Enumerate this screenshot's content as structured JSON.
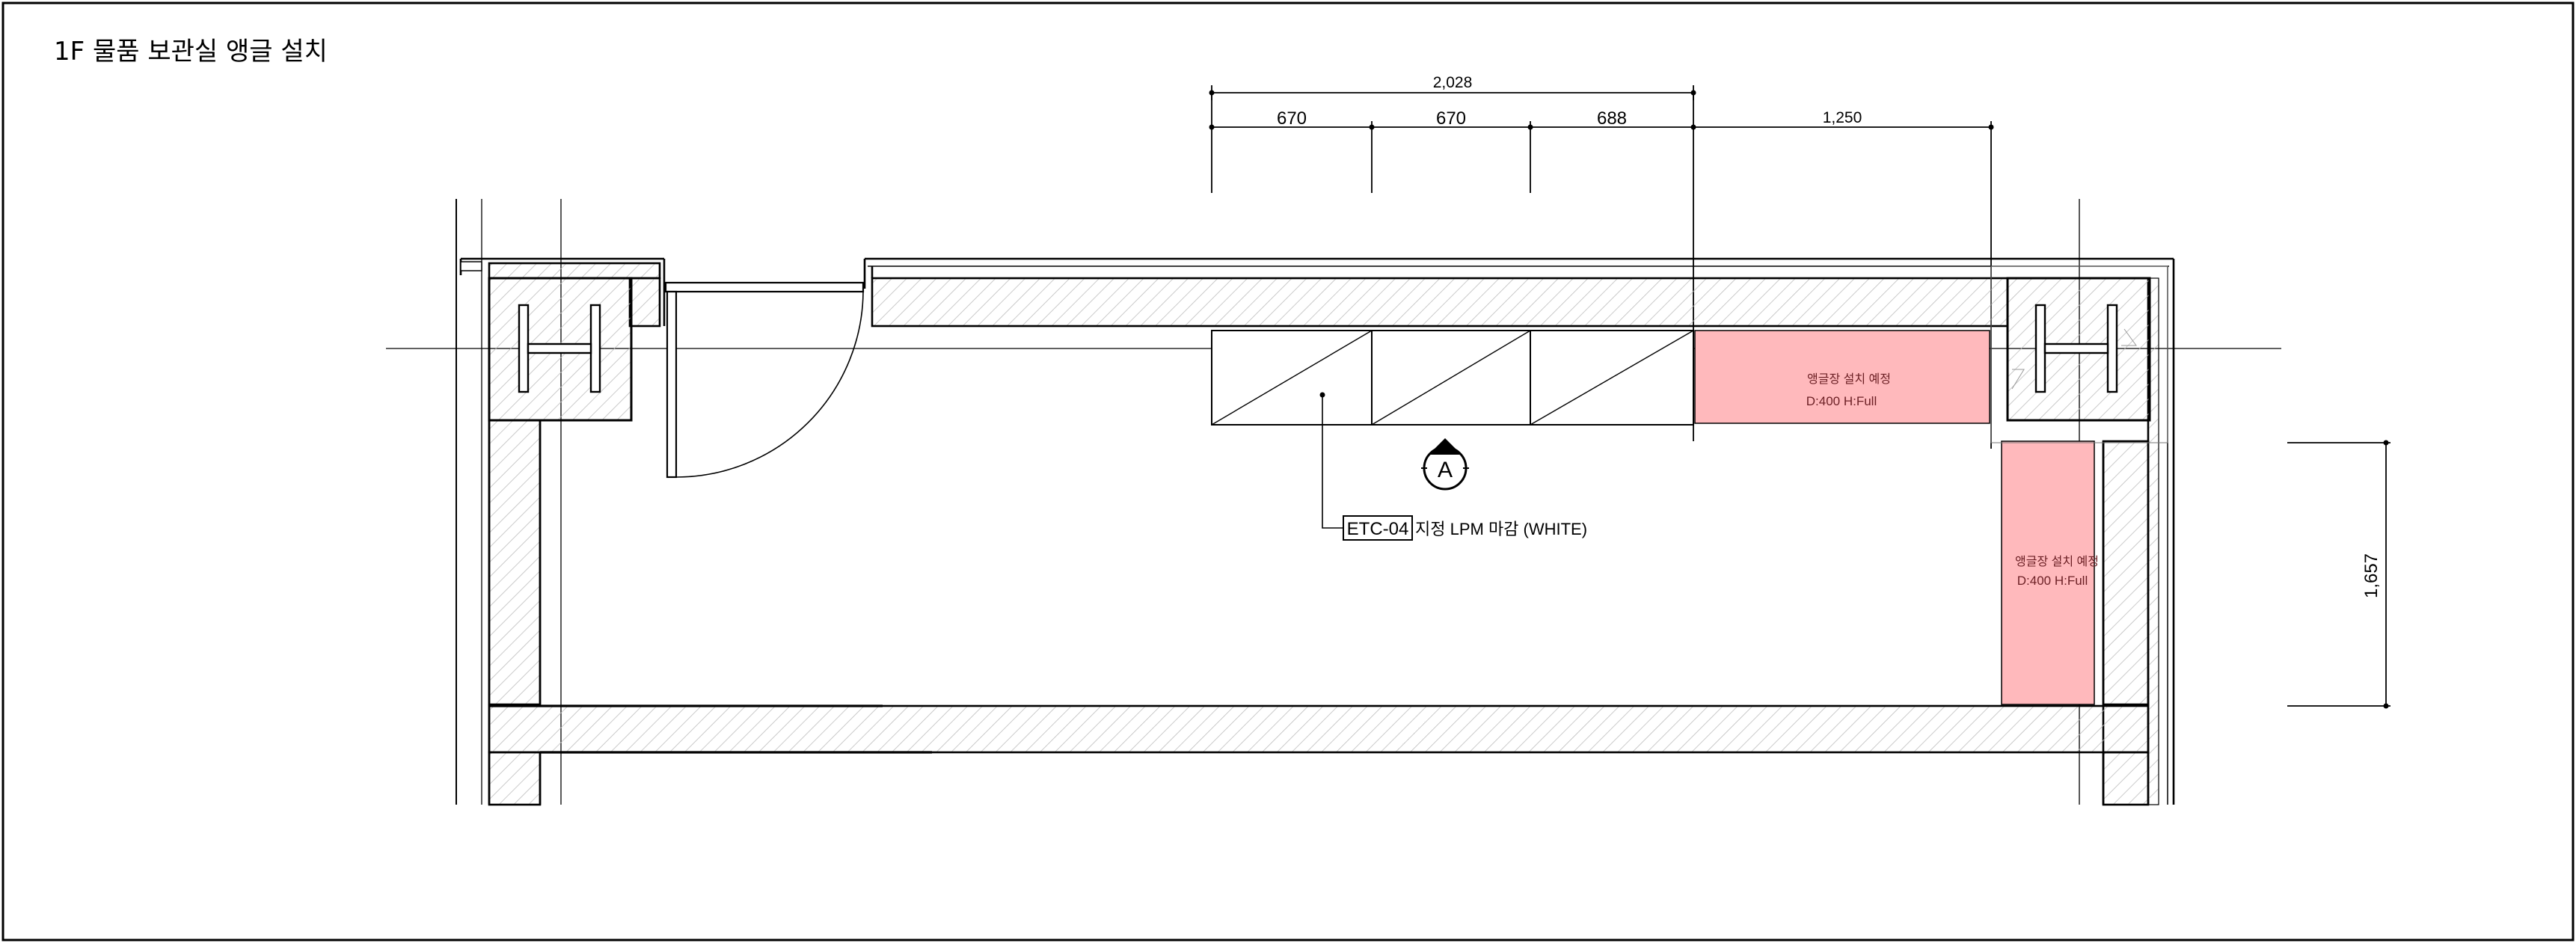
{
  "drawing": {
    "title": "1F 물품 보관실 앵글 설치",
    "colors": {
      "line": "#000000",
      "hatch": "#b8b8b8",
      "shelf_fill": "#ffb9bc",
      "shelf_text": "#6b1f24"
    },
    "dimensions": {
      "total_top": "2,028",
      "seg_1": "670",
      "seg_2": "670",
      "seg_3": "688",
      "seg_4": "1,250",
      "side_right": "1,657"
    },
    "shelf_top": {
      "label": "앵글장 설치 예정",
      "spec": "D:400 H:Full"
    },
    "shelf_right": {
      "label": "앵글장 설치 예정",
      "spec": "D:400 H:Full"
    },
    "callout": {
      "code": "ETC-04",
      "text": "지정 LPM 마감 (WHITE)"
    },
    "section_marker": {
      "letter": "A"
    }
  }
}
